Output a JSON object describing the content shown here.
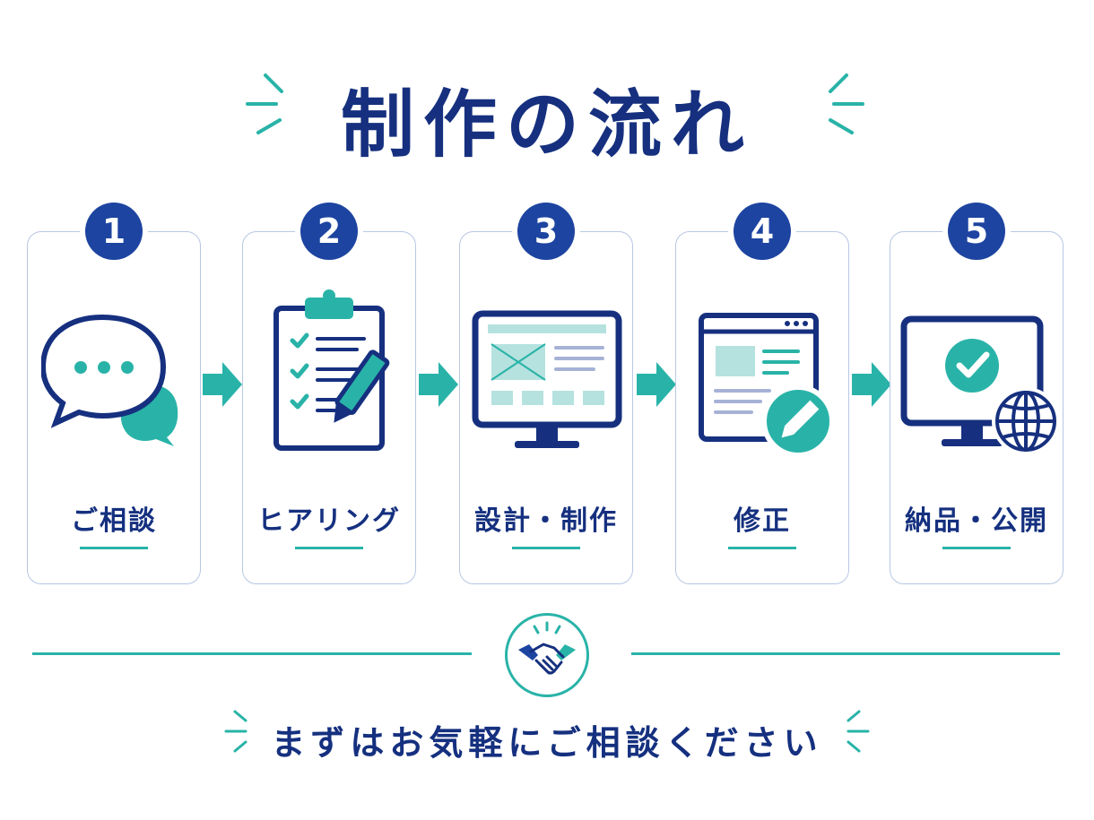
{
  "title": "制作の流れ",
  "steps": [
    {
      "number": "1",
      "label": "ご相談",
      "icon": "chat-bubbles-icon"
    },
    {
      "number": "2",
      "label": "ヒアリング",
      "icon": "clipboard-checklist-icon"
    },
    {
      "number": "3",
      "label": "設計・制作",
      "icon": "monitor-wireframe-icon"
    },
    {
      "number": "4",
      "label": "修正",
      "icon": "browser-edit-icon"
    },
    {
      "number": "5",
      "label": "納品・公開",
      "icon": "monitor-check-globe-icon"
    }
  ],
  "cta": "まずはお気軽にご相談ください",
  "colors": {
    "navy": "#16307f",
    "blue": "#1d44a0",
    "teal": "#29b3a8",
    "teal_light": "#b5e2df"
  }
}
